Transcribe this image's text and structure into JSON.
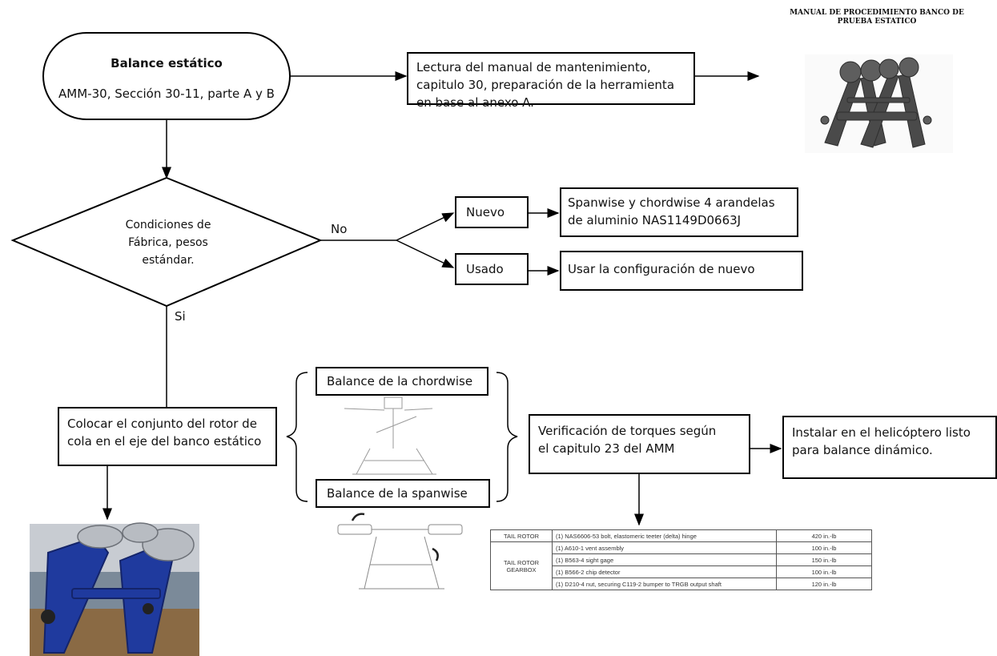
{
  "header": {
    "line1": "MANUAL DE PROCEDIMIENTO BANCO DE",
    "line2": "PRUEBA ESTATICO"
  },
  "start": {
    "title": "Balance estático",
    "subtitle": "AMM-30, Sección 30-11, parte A y B"
  },
  "reading_box": {
    "lines": [
      "Lectura del manual de mantenimiento,",
      "capitulo 30, preparación de la herramienta",
      "en base al anexo A."
    ]
  },
  "decision": {
    "lines": [
      "Condiciones de",
      "Fábrica, pesos",
      "estándar."
    ],
    "no_label": "No",
    "yes_label": "Si"
  },
  "nuevo": {
    "label": "Nuevo",
    "result_lines": [
      "Spanwise y chordwise 4 arandelas",
      "de aluminio NAS1149D0663J"
    ]
  },
  "usado": {
    "label": "Usado",
    "result": "Usar la configuración de nuevo"
  },
  "colocar": {
    "lines": [
      "Colocar el conjunto del rotor de",
      "cola en el eje del banco estático"
    ]
  },
  "chordwise": {
    "label": "Balance de la chordwise"
  },
  "spanwise": {
    "label": "Balance de la spanwise"
  },
  "verificacion": {
    "lines": [
      "Verificación de torques según",
      "el capitulo 23 del AMM"
    ]
  },
  "instalar": {
    "lines": [
      "Instalar en el helicóptero listo",
      "para balance dinámico."
    ]
  },
  "torque_table": {
    "rows": [
      {
        "group": "TAIL ROTOR",
        "item": "(1) NAS6606-53 bolt, elastomeric teeter (delta) hinge",
        "value": "420 in.-lb"
      },
      {
        "group": "TAIL ROTOR GEARBOX",
        "item": "(1) A610-1 vent assembly",
        "value": "100 in.-lb"
      },
      {
        "group": "",
        "item": "(1) B563-4 sight gage",
        "value": "150 in.-lb"
      },
      {
        "group": "",
        "item": "(1) B566-2 chip detector",
        "value": "100 in.-lb"
      },
      {
        "group": "",
        "item": "(1) D210-4 nut, securing C119-2 bumper to TRGB output shaft",
        "value": "120 in.-lb"
      }
    ]
  },
  "colors": {
    "bench_blue": "#1f3a9e",
    "bench_gray": "#4a4a4a",
    "line": "#000000"
  }
}
